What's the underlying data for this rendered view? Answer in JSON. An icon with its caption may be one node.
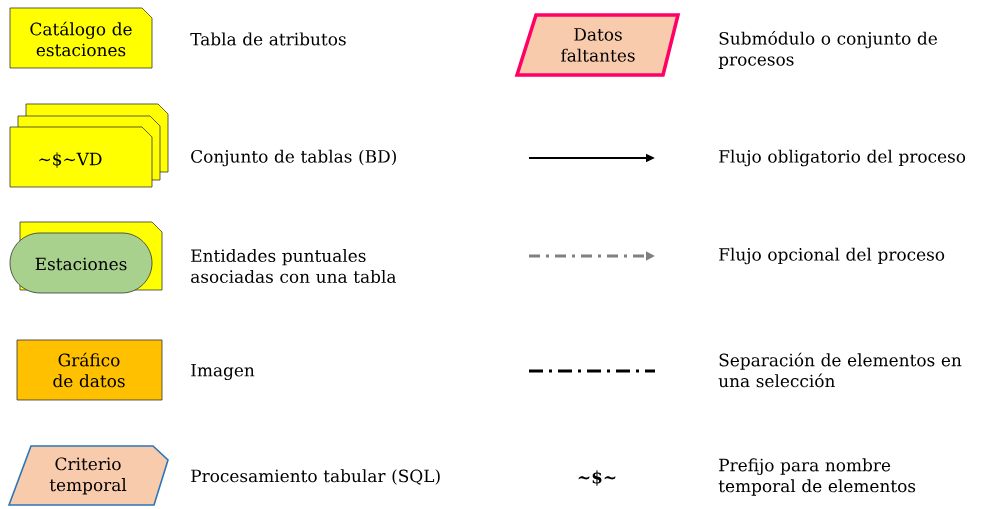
{
  "diagram": {
    "nodes": [
      {
        "text": [
          "Catálogo de estaciones"
        ],
        "beside": [
          "Tabla de atributos"
        ]
      },
      {
        "text": [
          "Datos faltantes"
        ],
        "beside": [
          "Submódulo o conjunto de procesos"
        ]
      },
      {
        "text": [
          "~$~VD"
        ],
        "beside": [
          "Conjunto de tablas  (BD)"
        ]
      },
      {
        "text": [
          "Estaciones"
        ],
        "beside": [
          "Entidades puntuales asociadas con una tabla"
        ]
      },
      {
        "text": [
          "Gráfico de datos"
        ],
        "beside": [
          "Imagen"
        ]
      },
      {
        "text": [
          "Criterio temporal"
        ],
        "beside": [
          "Procesamiento tabular (SQL)"
        ]
      }
    ],
    "legend": [
      {
        "text": "Flujo obligatorio del proceso"
      },
      {
        "text": "Flujo opcional del proceso"
      },
      {
        "text": "Separación de elementos en una selección"
      }
    ],
    "labels": [
      "~$~",
      "Prefijo para nombre temporal de elementos"
    ]
  }
}
